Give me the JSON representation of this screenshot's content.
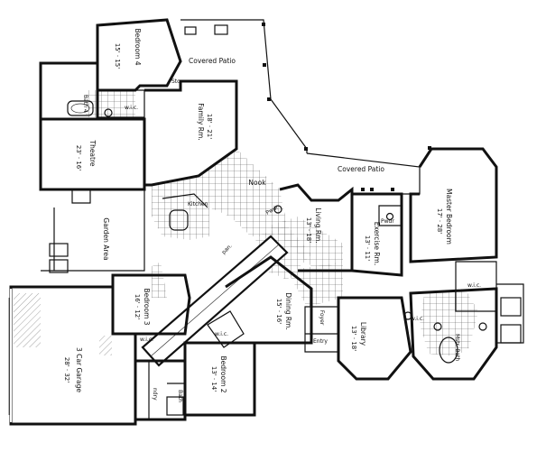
{
  "rooms": {
    "bedroom4": {
      "name": "Bedroom 4",
      "dims": "15' · 15'"
    },
    "covered_patio_top": {
      "name": "Covered Patio"
    },
    "stor": {
      "name": "Stor"
    },
    "bath4": {
      "name": "Bath 4"
    },
    "wic_top": {
      "name": "w.i.c."
    },
    "family": {
      "name": "Family Rm.",
      "dims": "18' · 21'"
    },
    "theatre": {
      "name": "Theatre",
      "dims": "23' · 16'"
    },
    "nook": {
      "name": "Nook"
    },
    "kitchen": {
      "name": "Kitchen"
    },
    "pwdr_left": {
      "name": "Pwdr"
    },
    "pantry": {
      "name": "pan."
    },
    "garden": {
      "name": "Garden Area"
    },
    "living": {
      "name": "Living Rm.",
      "dims": "13' · 18'"
    },
    "covered_patio_right": {
      "name": "Covered Patio"
    },
    "exercise": {
      "name": "Exercise Rm.",
      "dims": "13' · 11'"
    },
    "pwdr_right": {
      "name": "Pwdr"
    },
    "master_bed": {
      "name": "Master Bedroom",
      "dims": "17' · 28'"
    },
    "bedroom3": {
      "name": "Bedroom 3",
      "dims": "16' · 12'"
    },
    "wic_master": {
      "name": "w.i.c."
    },
    "wic_master2": {
      "name": "w.i.c."
    },
    "mstr_bath": {
      "name": "Mstr. Bath"
    },
    "dining": {
      "name": "Dining Rm.",
      "dims": "15' · 16'"
    },
    "foyer": {
      "name": "Foyer"
    },
    "entry": {
      "name": "Entry"
    },
    "library": {
      "name": "Library",
      "dims": "13' · 18'"
    },
    "wic_b3": {
      "name": "w.i.c."
    },
    "wic_b2": {
      "name": "w.i.c."
    },
    "garage": {
      "name": "3 Car Garage",
      "dims": "28' · 32'"
    },
    "bedroom2": {
      "name": "Bedroom 2",
      "dims": "13' · 14'"
    },
    "bath_b2": {
      "name": "Bath"
    },
    "laundry": {
      "name": "ndry"
    }
  }
}
